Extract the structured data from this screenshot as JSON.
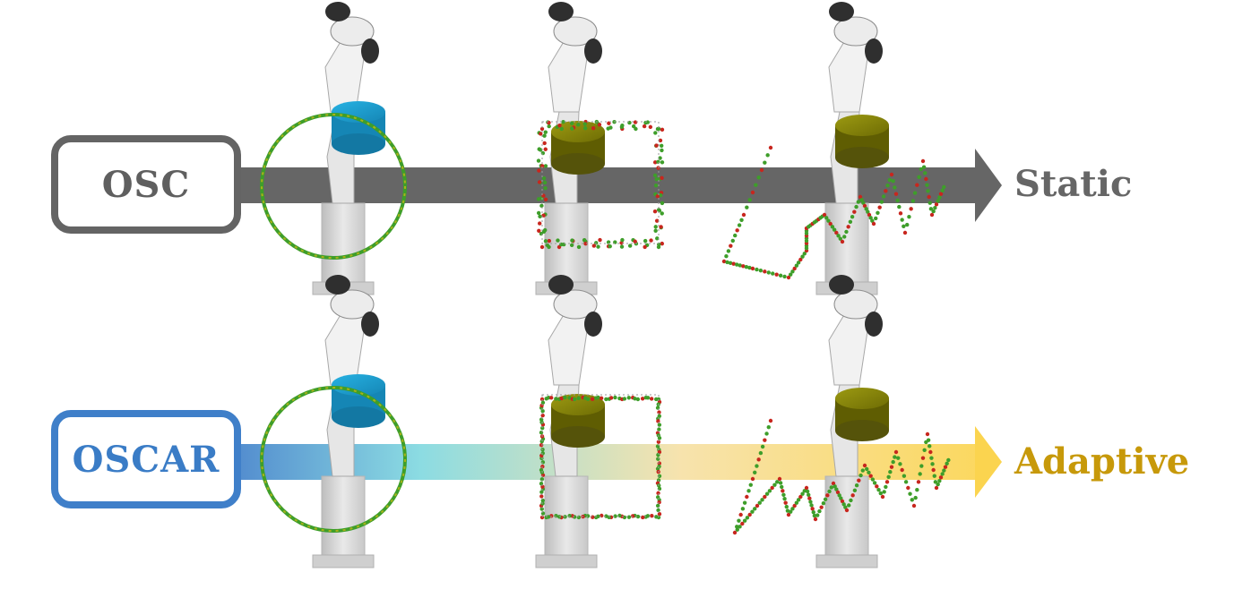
{
  "rows": [
    {
      "id": "osc",
      "label": "OSC",
      "outcome": "Static",
      "colors": {
        "box": "#646464",
        "label": "#5f5f5f",
        "arrow": "#666666",
        "outcome": "#666666"
      }
    },
    {
      "id": "oscar",
      "label": "OSCAR",
      "outcome": "Adaptive",
      "colors": {
        "box": "#3f7fc9",
        "label": "#3a7cc6",
        "arrow_gradient": [
          "#3f7fc9",
          "#7fd8df",
          "#f6e0a4",
          "#fbd44f"
        ],
        "outcome": "#c7990a"
      }
    }
  ],
  "tasks": [
    "circle-trajectory",
    "square-trajectory",
    "robot-handwriting-trajectory"
  ],
  "colors": {
    "end_effector_blue": "#1e9fd0",
    "end_effector_olive": "#8c8a08",
    "trajectory_red": "#c8261e",
    "trajectory_green": "#3e9e2a",
    "robot_white": "#eeeeee",
    "robot_dark": "#3a3a3a",
    "pedestal": "#dcdcdc"
  }
}
